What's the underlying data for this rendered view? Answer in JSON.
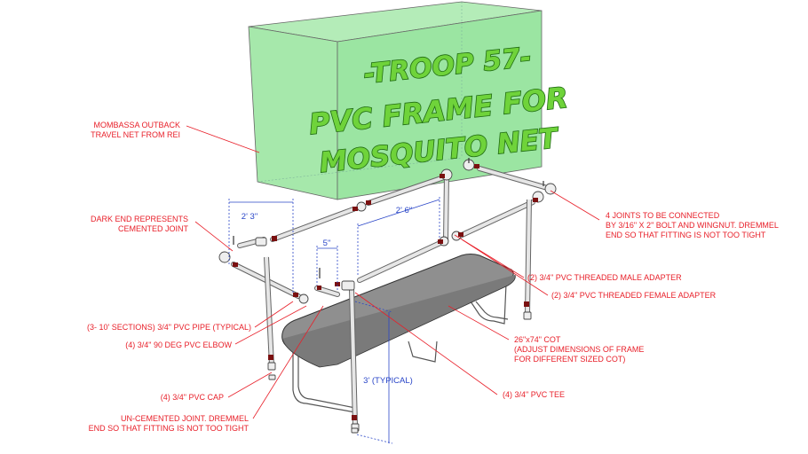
{
  "title": {
    "line1": "-TROOP 57-",
    "line2": "PVC FRAME FOR",
    "line3": "MOSQUITO NET"
  },
  "dimensions": {
    "top_width": "2' 3\"",
    "top_length": "2' 6\"",
    "small": "5\"",
    "height": "3' (TYPICAL)"
  },
  "labels": {
    "net_1": "MOMBASSA OUTBACK",
    "net_2": "TRAVEL NET FROM REI",
    "dark_end_1": "DARK END REPRESENTS",
    "dark_end_2": "CEMENTED JOINT",
    "joints_1": "4 JOINTS TO BE CONNECTED",
    "joints_2": "BY 3/16\" X 2\" BOLT AND WINGNUT. DREMMEL",
    "joints_3": "END SO THAT FITTING IS NOT TOO TIGHT",
    "male_adapter": "(2) 3/4\" PVC THREADED MALE ADAPTER",
    "female_adapter": "(2) 3/4\" PVC THREADED FEMALE ADAPTER",
    "pipe": "(3- 10' SECTIONS) 3/4\" PVC PIPE (TYPICAL)",
    "elbow": "(4) 3/4\" 90 DEG PVC ELBOW",
    "cot_1": "26\"x74\" COT",
    "cot_2": "(ADJUST DIMENSIONS OF FRAME",
    "cot_3": "FOR DIFFERENT SIZED COT)",
    "cap": "(4) 3/4\" PVC CAP",
    "tee": "(4) 3/4\" PVC TEE",
    "uncemented_1": "UN-CEMENTED JOINT. DREMMEL",
    "uncemented_2": "END SO THAT FITTING IS NOT TOO TIGHT"
  },
  "colors": {
    "net_fill": "#9fe6a6",
    "title_fill": "#6fd33a",
    "label_red": "#e8202a",
    "dimension_blue": "#2a46c8",
    "cot_top": "#8c8c8c",
    "cemented_end": "#7a1010"
  }
}
